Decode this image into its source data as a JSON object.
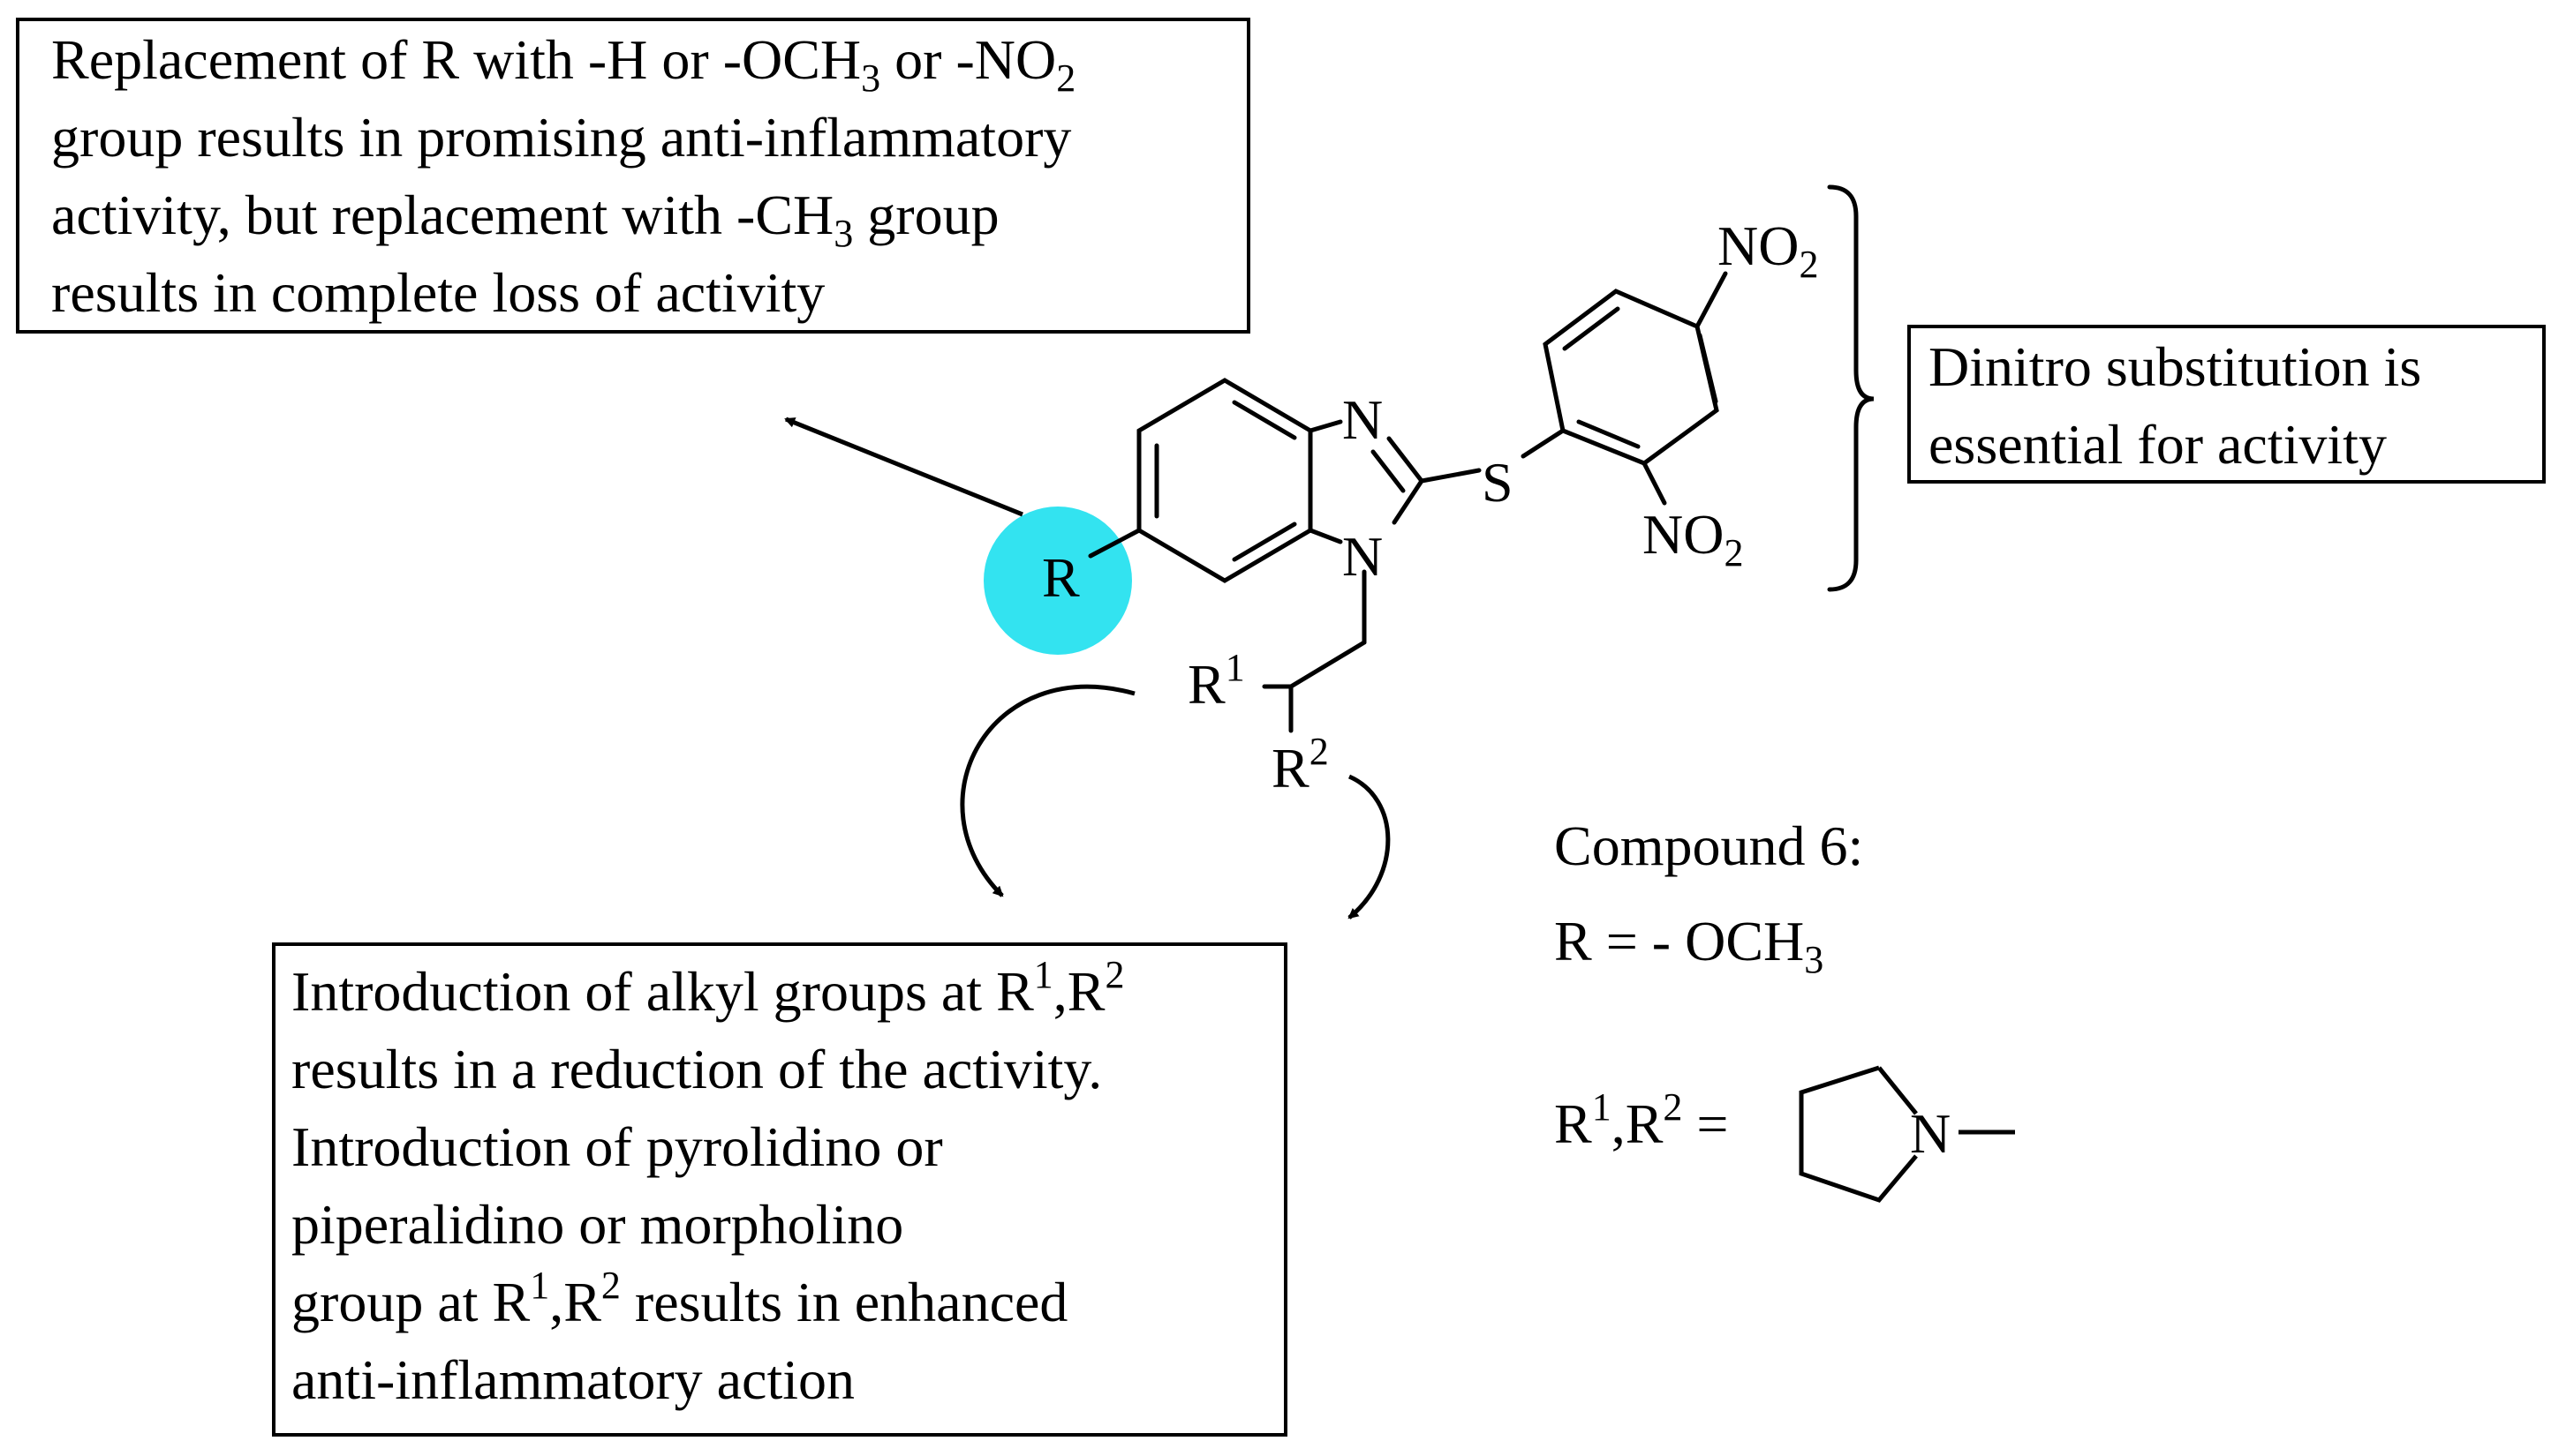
{
  "box_r": {
    "l1_a": "Replacement of R with -H or -OCH",
    "l1_s1": "3",
    "l1_b": " or -NO",
    "l1_s2": "2",
    "l2": "group results in promising anti-inflammatory",
    "l3_a": "activity, but replacement with -CH",
    "l3_s": "3",
    "l3_b": " group",
    "l4": "results in complete loss of activity"
  },
  "box_dinitro": {
    "l1": "Dinitro substitution is",
    "l2": "essential for activity"
  },
  "box_r1r2": {
    "l1_a": "Introduction of alkyl groups at R",
    "l1_s1": "1",
    "l1_b": ",R",
    "l1_s2": "2",
    "l2": "results in a reduction of the activity.",
    "l3": "Introduction of pyrolidino or",
    "l4": "piperalidino or morpholino",
    "l5_a": "group at R",
    "l5_s1": "1",
    "l5_b": ",R",
    "l5_s2": "2",
    "l5_c": " results in enhanced",
    "l6": "anti-inflammatory action"
  },
  "compound": {
    "title": "Compound 6:",
    "r_a": "R = - OCH",
    "r_s": "3",
    "rr_a": "R",
    "rr_s1": "1",
    "rr_b": ",R",
    "rr_s2": "2",
    "rr_c": " ="
  },
  "structure": {
    "atom_N_top": "N",
    "atom_N_bottom": "N",
    "atom_S": "S",
    "atom_R": "R",
    "nitro_top": "NO",
    "nitro_top_sub": "2",
    "nitro_bottom": "NO",
    "nitro_bottom_sub": "2",
    "r1_label": "R",
    "r1_sup": "1",
    "r2_label": "R",
    "r2_sup": "2",
    "pyrrolidine_N": "N"
  },
  "colors": {
    "highlight": "#33e3f0",
    "line": "#000000"
  }
}
